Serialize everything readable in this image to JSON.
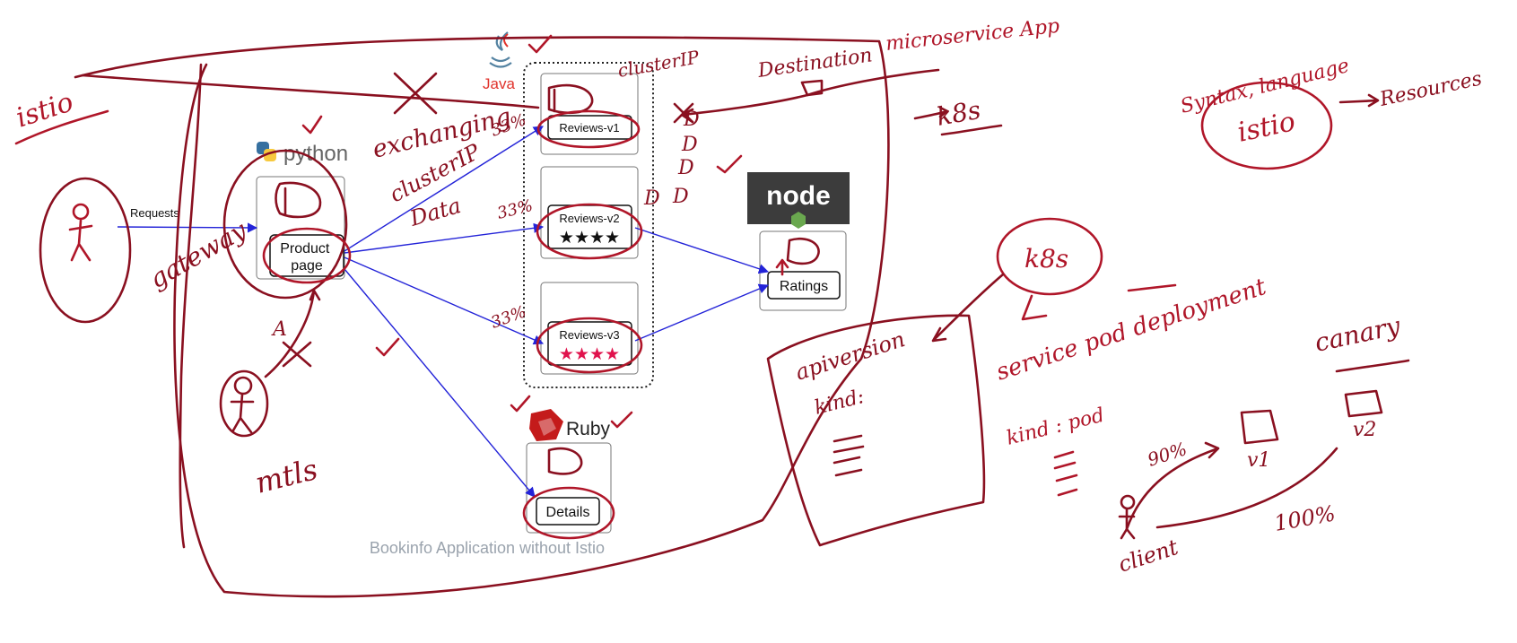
{
  "diagram": {
    "caption": "Bookinfo Application without Istio",
    "nodes": {
      "product_page": "Product\npage",
      "reviews_v1": "Reviews-v1",
      "reviews_v2": "Reviews-v2",
      "reviews_v3": "Reviews-v3",
      "ratings": "Ratings",
      "details": "Details"
    },
    "logos": {
      "python": "python",
      "java": "Java",
      "ruby": "Ruby",
      "node": "node"
    },
    "edge_labels": {
      "requests": "Requests"
    },
    "stars": {
      "v2": "★★★★",
      "v3": "★★★★"
    },
    "colors": {
      "ink": "#b01629",
      "flow": "#2323d8",
      "v3_stars": "#e0134d",
      "node_logo_bg": "#3c3c3c",
      "java_red": "#e0322b",
      "ruby_red": "#c41b1b"
    }
  },
  "annotations": {
    "istio_left": "istio",
    "microservice_app": "microservice App",
    "destination": "Destination",
    "clusterip_top": "clusterIP",
    "exchanging": "exchanging",
    "clusterip_mid": "clusterIP",
    "data": "Data",
    "gateway": "gateway",
    "mtls": "mtls",
    "pct_v1": "33%",
    "pct_v2": "33%",
    "pct_v3": "33%",
    "k8s_top": "k8s",
    "k8s_right": "k8s",
    "syntax_language": "Syntax, language",
    "istio_right": "istio",
    "resources": "Resources",
    "apiversion": "apiversion",
    "kind_dash": "kind:",
    "service_pod_deployment": "service pod deployment",
    "kind_pod": "kind : pod",
    "canary": "canary",
    "v1": "v1",
    "v2": "v2",
    "pct_90": "90%",
    "pct_100": "100%",
    "client": "client",
    "letter_A": "A",
    "d_marks": [
      "D",
      "D",
      "D",
      "D",
      "D",
      "D",
      "D",
      "D"
    ]
  }
}
